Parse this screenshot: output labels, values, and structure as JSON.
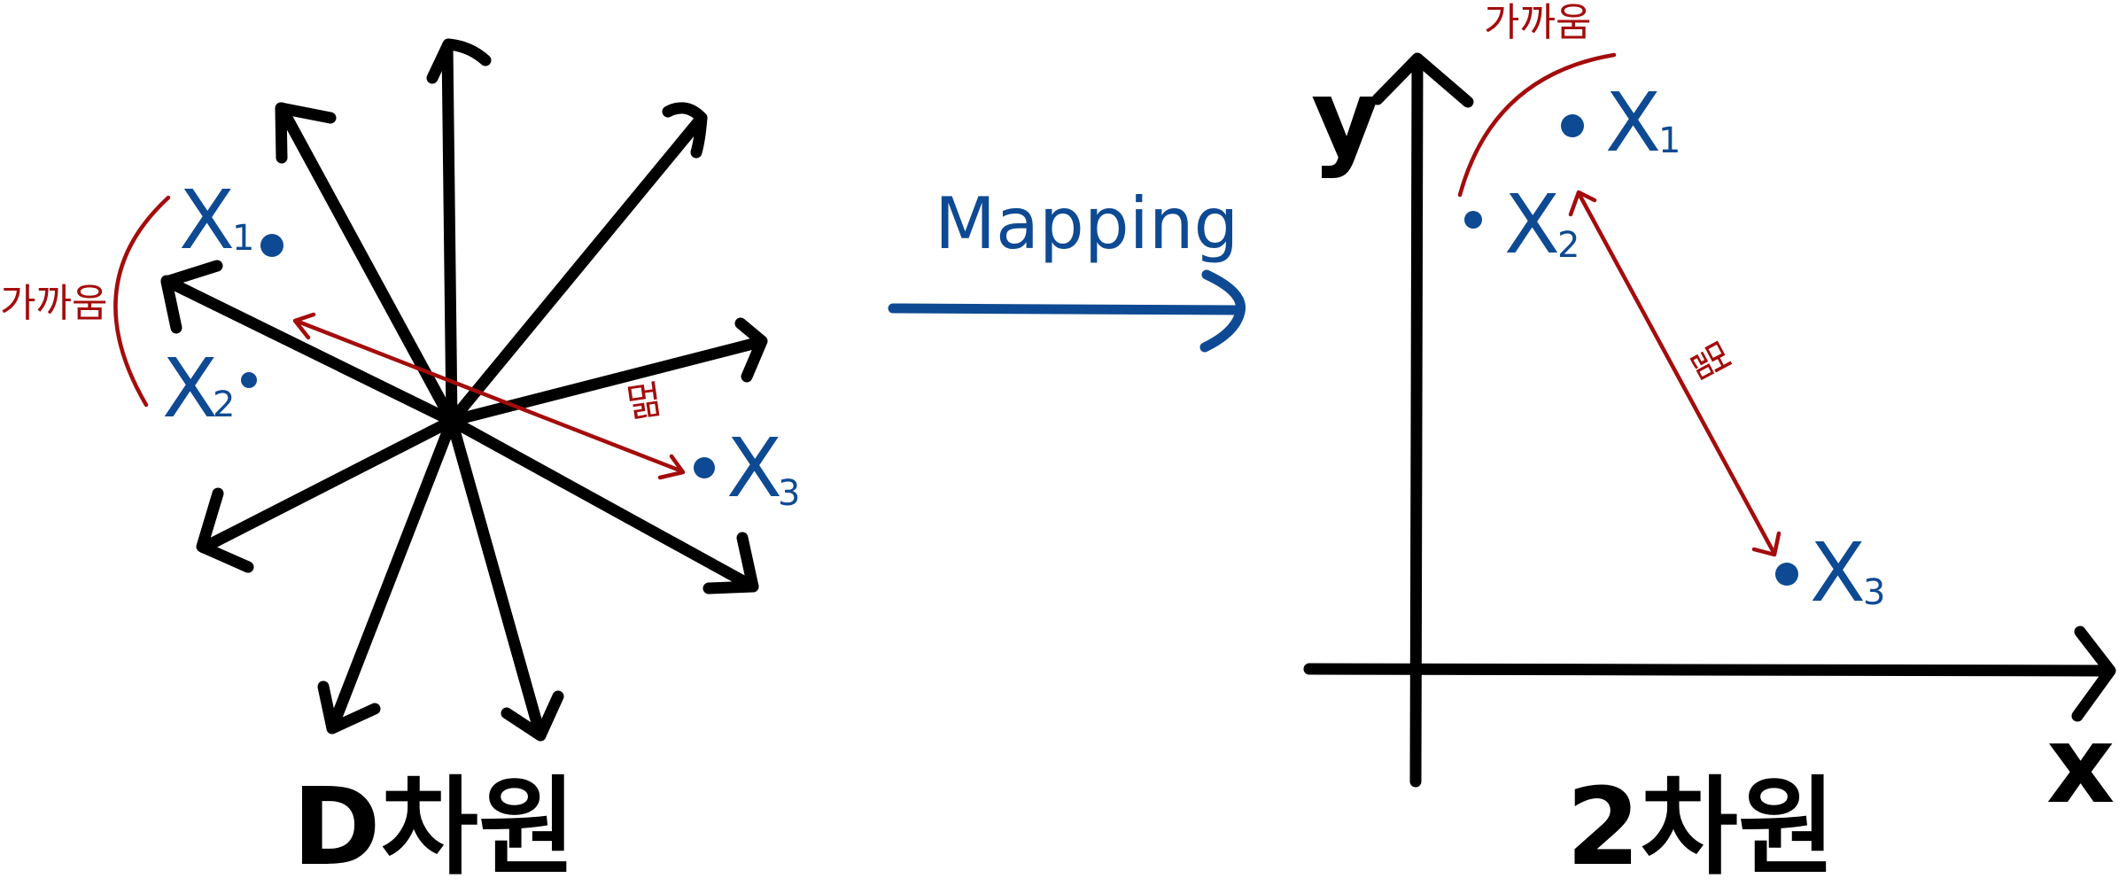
{
  "colors": {
    "ink": "#000000",
    "points": "#0e4a93",
    "annotation": "#a40c0c",
    "mapping_arrow": "#0e4a93"
  },
  "left_panel": {
    "dimension_label": "D차원",
    "near_label": "가까움",
    "far_label": "멂",
    "points": [
      {
        "name": "X",
        "sub": "1"
      },
      {
        "name": "X",
        "sub": "2"
      },
      {
        "name": "X",
        "sub": "3"
      }
    ]
  },
  "mapping": {
    "label": "Mapping"
  },
  "right_panel": {
    "dimension_label": "2차원",
    "y_axis_label": "y",
    "x_axis_label": "x",
    "near_label": "가까움",
    "far_label": "멂",
    "points": [
      {
        "name": "X",
        "sub": "1"
      },
      {
        "name": "X",
        "sub": "2"
      },
      {
        "name": "X",
        "sub": "3"
      }
    ]
  }
}
